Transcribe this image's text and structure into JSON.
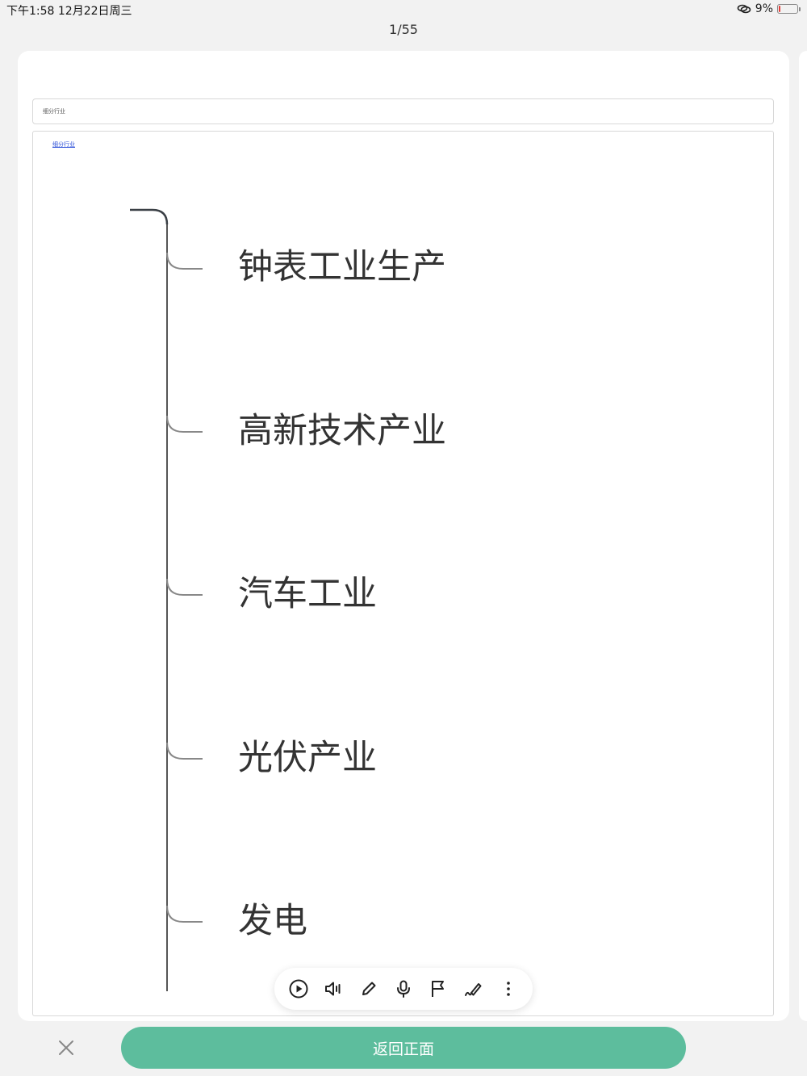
{
  "status_bar": {
    "time_date": "下午1:58   12月22日周三",
    "battery_text": "9%",
    "battery_level": 0.09,
    "battery_color": "#e53935",
    "icons": [
      "link-icon",
      "battery-icon"
    ]
  },
  "page_counter": "1/55",
  "card": {
    "front_field": "细分行业",
    "back_link": "细分行业",
    "mindmap": {
      "branches": [
        "钟表工业生产",
        "高新技术产业",
        "汽车工业",
        "光伏产业",
        "发电"
      ]
    }
  },
  "toolbar": {
    "buttons": [
      "play-icon",
      "speaker-icon",
      "pencil-icon",
      "microphone-icon",
      "flag-icon",
      "handwriting-icon",
      "more-vertical-icon"
    ]
  },
  "bottom": {
    "close_icon": "close-icon",
    "flip_label": "返回正面",
    "accent_color": "#5dbd9d"
  }
}
